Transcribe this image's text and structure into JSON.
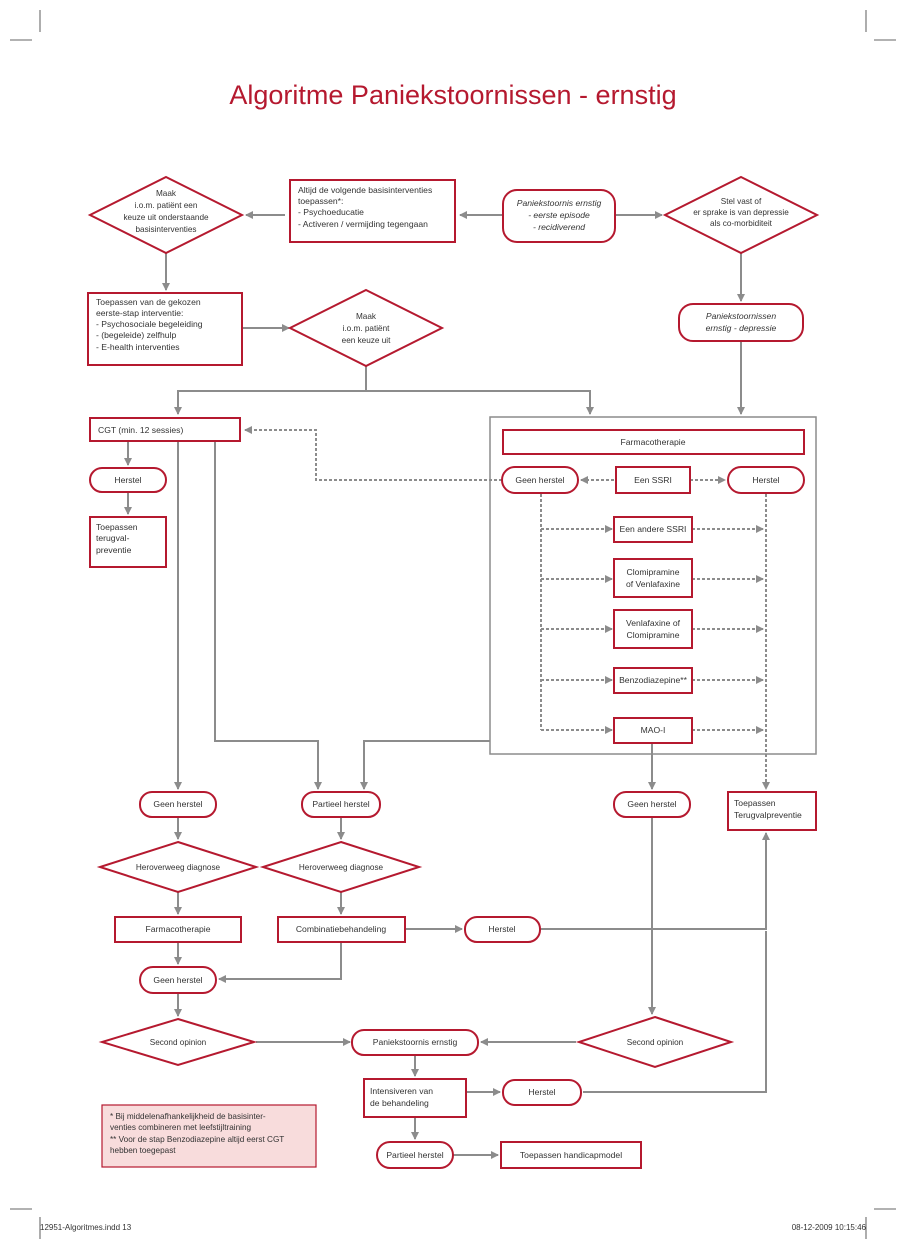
{
  "title": "Algoritme Paniekstoornissen - ernstig",
  "nodes": {
    "start": [
      "Paniekstoornis ernstig",
      "- eerste episode",
      "- recidiverend"
    ],
    "basis": [
      "Altijd de volgende basisinterventies",
      "toepassen*:",
      "- Psychoeducatie",
      "- Activeren / vermijding tegengaan"
    ],
    "keuze1": [
      "Maak",
      "i.o.m. patiënt een",
      "keuze uit onderstaande",
      "basisinterventies"
    ],
    "depressie_q": [
      "Stel vast of",
      "er sprake is van depressie",
      "als co-morbiditeit"
    ],
    "eerste_stap": [
      "Toepassen van de gekozen",
      "eerste-stap interventie:",
      "- Psychosociale begeleiding",
      "- (begeleide) zelfhulp",
      "- E-health interventies"
    ],
    "keuze2": [
      "Maak",
      "i.o.m. patiënt",
      "een keuze uit"
    ],
    "pan_depressie": [
      "Paniekstoornissen",
      "ernstig - depressie"
    ],
    "cgt": "CGT (min. 12 sessies)",
    "farmaco_header": "Farmacotherapie",
    "herstel_cgt": "Herstel",
    "terugval1": [
      "Toepassen",
      "terugval-",
      "preventie"
    ],
    "geen_herstel_farma": "Geen herstel",
    "een_ssri": "Een SSRI",
    "herstel_farma": "Herstel",
    "andere_ssri": "Een andere SSRI",
    "clomi_venla": [
      "Clomipramine",
      "of Venlafaxine"
    ],
    "venla_clomi": [
      "Venlafaxine of",
      "Clomipramine"
    ],
    "benzo": "Benzodiazepine**",
    "mao": "MAO-I",
    "geen_herstel_a": "Geen herstel",
    "partieel_herstel_a": "Partieel herstel",
    "geen_herstel_b": "Geen herstel",
    "terugval2": [
      "Toepassen",
      "Terugvalpreventie"
    ],
    "heroverweeg_a": "Heroverweeg diagnose",
    "heroverweeg_b": "Heroverweeg diagnose",
    "farma2": "Farmacotherapie",
    "combinatie": "Combinatiebehandeling",
    "herstel_comb": "Herstel",
    "geen_herstel_c": "Geen herstel",
    "second_a": "Second opinion",
    "pan_ernstig": "Paniekstoornis ernstig",
    "second_b": "Second opinion",
    "intensiveren": [
      "Intensiveren van",
      "de behandeling"
    ],
    "herstel_int": "Herstel",
    "partieel_herstel_b": "Partieel herstel",
    "handicap": "Toepassen handicapmodel"
  },
  "footnote": [
    "*  Bij middelenafhankelijkheid de basisinter-",
    "   venties combineren met leefstijltraining",
    "** Voor de stap Benzodiazepine altijd eerst CGT",
    "   hebben toegepast"
  ],
  "footer": {
    "left": "12951-Algoritmes.indd   13",
    "right": "08-12-2009   10:15:46"
  },
  "colors": {
    "accent": "#b5192f",
    "line": "#8c8c8c",
    "note_fill": "#f8dcdc"
  }
}
